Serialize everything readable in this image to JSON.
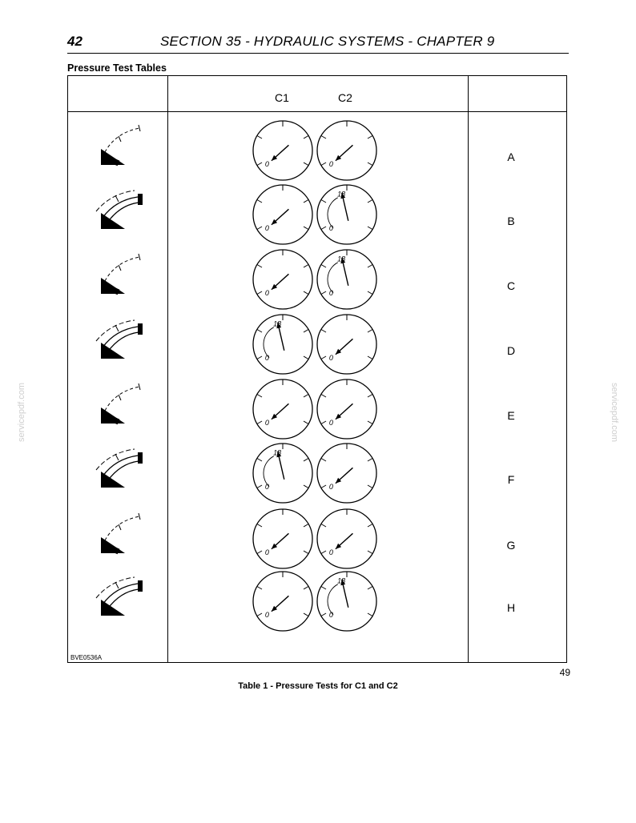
{
  "header": {
    "page_number": "42",
    "section_title": "SECTION 35 - HYDRAULIC SYSTEMS - CHAPTER 9"
  },
  "subsection_title": "Pressure Test Tables",
  "table": {
    "columns": [
      "C1",
      "C2"
    ],
    "gauge_labels": {
      "zero": "0",
      "high": "18"
    },
    "rows": [
      {
        "label": "A",
        "hitch": "raised",
        "c1": "0",
        "c2": "0"
      },
      {
        "label": "B",
        "hitch": "lowered",
        "c1": "0",
        "c2": "18"
      },
      {
        "label": "C",
        "hitch": "raised",
        "c1": "0",
        "c2": "18"
      },
      {
        "label": "D",
        "hitch": "lowered",
        "c1": "18",
        "c2": "0"
      },
      {
        "label": "E",
        "hitch": "raised",
        "c1": "0",
        "c2": "0"
      },
      {
        "label": "F",
        "hitch": "lowered",
        "c1": "18",
        "c2": "0"
      },
      {
        "label": "G",
        "hitch": "raised",
        "c1": "0",
        "c2": "0"
      },
      {
        "label": "H",
        "hitch": "lowered",
        "c1": "0",
        "c2": "18"
      }
    ]
  },
  "figure_ref": "BVE0536A",
  "sheet_number": "49",
  "caption": "Table 1 - Pressure Tests for C1 and C2",
  "watermark": "servicepdf.com"
}
